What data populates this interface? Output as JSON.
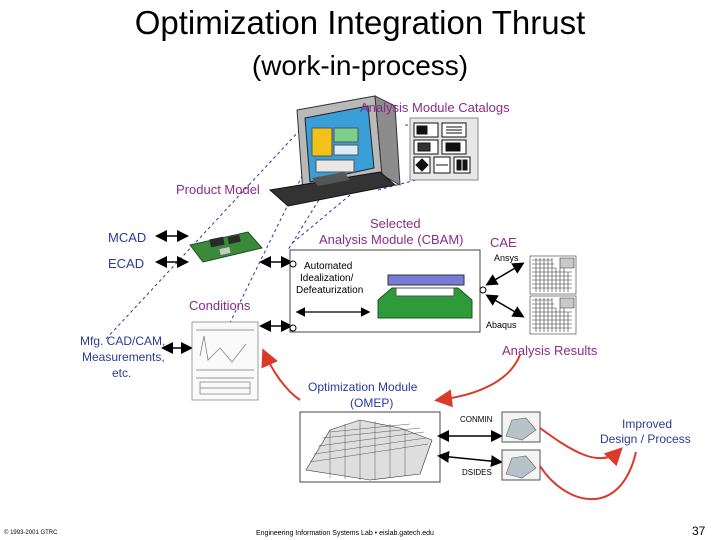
{
  "slide": {
    "title": "Optimization Integration Thrust",
    "subtitle": "(work-in-process)",
    "footer_left": "© 1993-2001 GTRC",
    "footer_center": "Engineering Information Systems Lab  •  eislab.gatech.edu",
    "page_number": "37"
  },
  "diagram": {
    "catalogs": "Analysis Module Catalogs",
    "product_model": "Product Model",
    "mcad": "MCAD",
    "ecad": "ECAD",
    "selected_1": "Selected",
    "selected_2": "Analysis Module (CBAM)",
    "cae": "CAE",
    "ansys": "Ansys",
    "abaqus": "Abaqus",
    "automated_1": "Automated",
    "automated_2": "Idealization/",
    "automated_3": "Defeaturization",
    "conditions": "Conditions",
    "mfg_1": "Mfg. CAD/CAM,",
    "mfg_2": "Measurements,",
    "mfg_3": "etc.",
    "analysis_results": "Analysis Results",
    "omep_1": "Optimization Module",
    "omep_2": "(OMEP)",
    "conmin": "CONMIN",
    "dsides": "DSIDES",
    "improved_1": "Improved",
    "improved_2": "Design / Process",
    "colors": {
      "purple": "#8a2c8a",
      "blue": "#2a3a9a",
      "arrow_red": "#d93a2a"
    }
  }
}
